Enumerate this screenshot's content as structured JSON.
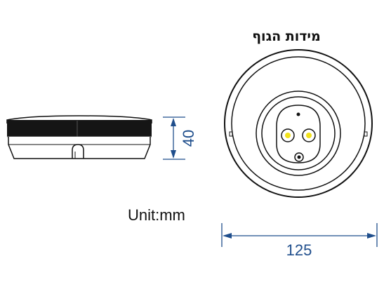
{
  "title": "מידות הגוף",
  "unit_label": "Unit:mm",
  "height_dimension": "40",
  "width_dimension": "125",
  "colors": {
    "outline": "#111111",
    "dimension": "#1f4e8c",
    "led": "#f2e21a"
  },
  "icons": {
    "led": "led-icon",
    "sensor": "sensor-icon",
    "screw": "screw-icon"
  }
}
